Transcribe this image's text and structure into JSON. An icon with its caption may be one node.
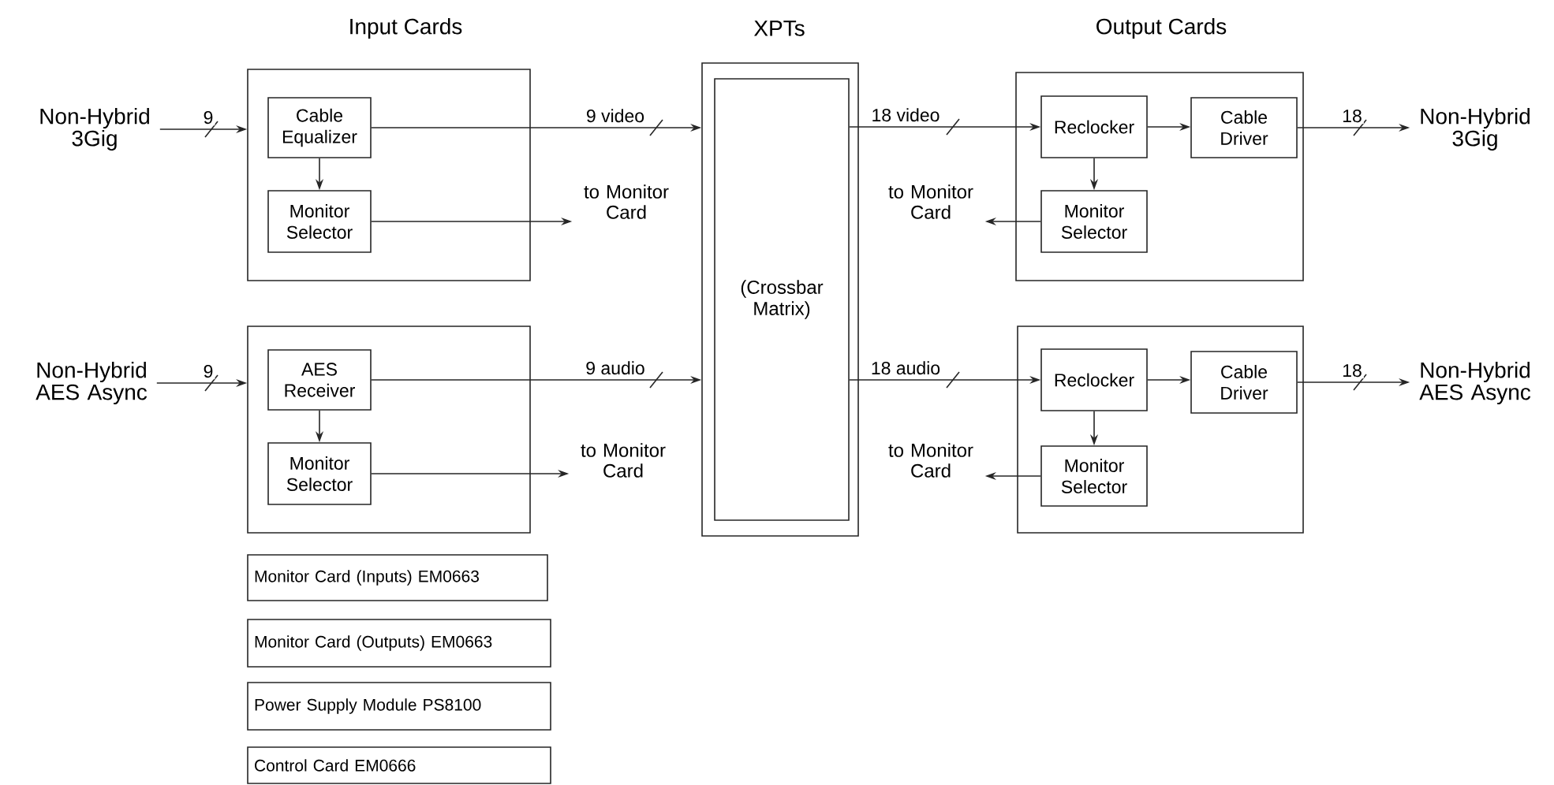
{
  "diagram": {
    "nodes": [
      {
        "text": [
          "Non-Hybrid 3Gig"
        ]
      },
      {
        "text": [
          "Non-Hybrid AES Async"
        ]
      },
      {
        "text": [],
        "shape": "box"
      },
      {
        "text": [
          "Cable Equalizer"
        ],
        "in": 2
      },
      {
        "text": [
          "Monitor Selector"
        ],
        "in": 2
      },
      {
        "text": [
          "to Monitor Card"
        ]
      },
      {
        "text": [],
        "shape": "box"
      },
      {
        "text": [
          "AES Receiver"
        ],
        "in": 6
      },
      {
        "text": [
          "Monitor Selector"
        ],
        "in": 6
      },
      {
        "text": [
          "to Monitor Card"
        ]
      },
      {
        "text": [],
        "shape": "box"
      },
      {
        "text": [
          "(Crossbar Matrix)"
        ],
        "in": 10
      },
      {
        "text": [],
        "shape": "box"
      },
      {
        "text": [
          "Reclocker"
        ],
        "in": 12
      },
      {
        "text": [
          "Cable Driver"
        ],
        "in": 12
      },
      {
        "text": [
          "Monitor Selector"
        ],
        "in": 12
      },
      {
        "text": [
          "to Monitor Card"
        ]
      },
      {
        "text": [
          "Non-Hybrid 3Gig"
        ]
      },
      {
        "text": [],
        "shape": "box"
      },
      {
        "text": [
          "Reclocker"
        ],
        "in": 18
      },
      {
        "text": [
          "Cable Driver"
        ],
        "in": 18
      },
      {
        "text": [
          "Monitor Selector"
        ],
        "in": 18
      },
      {
        "text": [
          "to Monitor Card"
        ]
      },
      {
        "text": [
          "Non-Hybrid AES Async"
        ]
      },
      {
        "text": [
          "Monitor Card (Inputs) EM0663"
        ]
      },
      {
        "text": [
          "Monitor Card (Outputs) EM0663"
        ]
      },
      {
        "text": [
          "Power Supply Module PS8100"
        ]
      },
      {
        "text": [
          "Control Card EM0666"
        ]
      }
    ],
    "edges": [
      {
        "from": 0,
        "to": 2,
        "arrow": "to",
        "label": "9"
      },
      {
        "from": 3,
        "to": 4,
        "arrow": "to"
      },
      {
        "from": 4,
        "to": 5,
        "arrow": "to"
      },
      {
        "from": 3,
        "to": 10,
        "arrow": "to",
        "label": "9 video"
      },
      {
        "from": 1,
        "to": 6,
        "arrow": "to",
        "label": "9"
      },
      {
        "from": 7,
        "to": 8,
        "arrow": "to"
      },
      {
        "from": 8,
        "to": 9,
        "arrow": "to"
      },
      {
        "from": 7,
        "to": 10,
        "arrow": "to",
        "label": "9 audio"
      },
      {
        "from": 11,
        "to": 13,
        "arrow": "to",
        "label": "18 video"
      },
      {
        "from": 13,
        "to": 14,
        "arrow": "to"
      },
      {
        "from": 13,
        "to": 15,
        "arrow": "to"
      },
      {
        "from": 15,
        "to": 16,
        "arrow": "to"
      },
      {
        "from": 14,
        "to": 17,
        "arrow": "to",
        "label": "18"
      },
      {
        "from": 11,
        "to": 19,
        "arrow": "to",
        "label": "18 audio"
      },
      {
        "from": 19,
        "to": 20,
        "arrow": "to"
      },
      {
        "from": 19,
        "to": 21,
        "arrow": "to"
      },
      {
        "from": 21,
        "to": 22,
        "arrow": "to"
      },
      {
        "from": 20,
        "to": 23,
        "arrow": "to",
        "label": "18"
      }
    ],
    "labels": [
      "Input Cards",
      "XPTs",
      "Output Cards"
    ]
  }
}
